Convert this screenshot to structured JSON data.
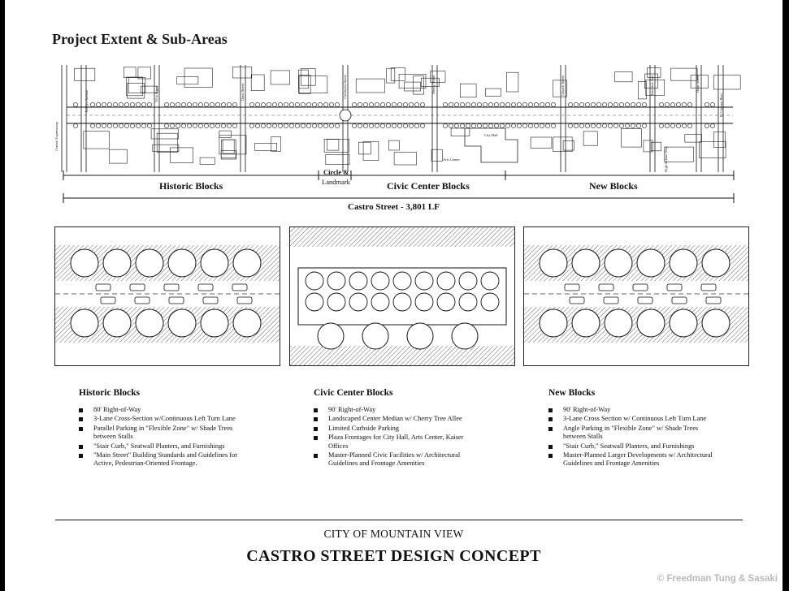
{
  "heading": "Project Extent & Sub-Areas",
  "map": {
    "streets": [
      "Central Expressway",
      "Evelyn Avenue",
      "Villa Street",
      "Dana Street",
      "California Street",
      "Mercy Street",
      "Church Street",
      "Yosemite Ave.",
      "Hope Street",
      "El Camino Real",
      "High School Way"
    ],
    "buildings": [
      "City Hall",
      "Arts Center"
    ]
  },
  "segments": {
    "historic": "Historic Blocks",
    "circle_line1": "Circle &",
    "circle_line2": "Landmark",
    "civic": "Civic Center Blocks",
    "new": "New Blocks",
    "overall": "Castro Street - 3,801 LF"
  },
  "columns": [
    {
      "title": "Historic Blocks",
      "bullets": [
        "80' Right-of-Way",
        "3-Lane Cross-Section w/Continuous Left Turn Lane",
        "Parallel Parking in \"Flexible Zone\" w/ Shade Trees between Stalls",
        "\"Stair Curb,\" Seatwall Planters, and Furnishings",
        "\"Main Street\" Building Standards and Guidelines for Active, Pedestrian-Oriented Frontage."
      ]
    },
    {
      "title": "Civic Center Blocks",
      "bullets": [
        "90' Right-of-Way",
        "Landscaped Center Median w/ Cherry Tree Allee",
        "Limited Curbside Parking",
        "Plaza Frontages for City Hall, Arts Center, Kaiser Offices",
        "Master-Planned Civic Facilities w/ Architectural Guidelines and Frontage Amenities"
      ]
    },
    {
      "title": "New Blocks",
      "bullets": [
        "90' Right-of-Way",
        "3-Lane Cross Section w/ Continuous Left Turn Lane",
        "Angle Parking in \"Flexible Zone\" w/ Shade Trees between Stalls",
        "\"Stair Curb,\" Seatwall Planters, and Furnishings",
        "Master-Planned Larger Developments w/ Architectural Guidelines and Frontage Amenities"
      ]
    }
  ],
  "footer": {
    "city": "CITY OF MOUNTAIN VIEW",
    "title": "CASTRO STREET DESIGN CONCEPT"
  },
  "credit": "© Freedman Tung & Sasaki"
}
